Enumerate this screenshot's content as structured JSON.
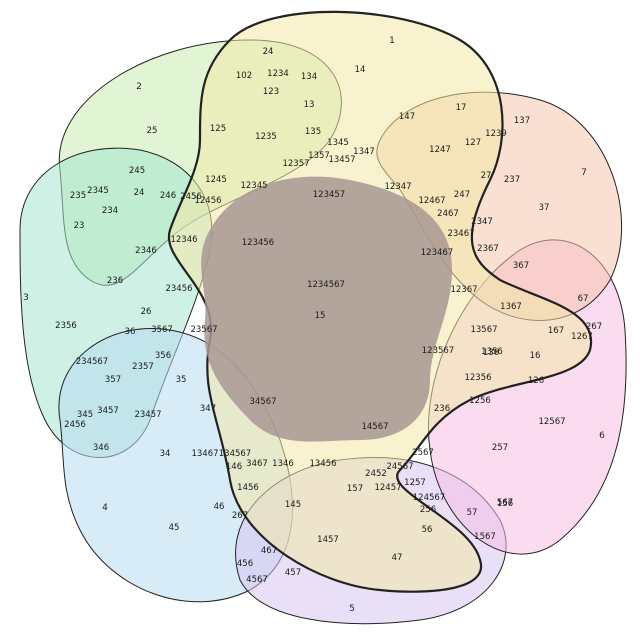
{
  "sets": [
    {
      "label": "1",
      "color": "#f2e8a8"
    },
    {
      "label": "2",
      "color": "#c9ecb0"
    },
    {
      "label": "3",
      "color": "#a6e3cf"
    },
    {
      "label": "4",
      "color": "#b8dcf2"
    },
    {
      "label": "5",
      "color": "#d7c7f2"
    },
    {
      "label": "6",
      "color": "#f6bde3"
    },
    {
      "label": "7",
      "color": "#f6c4ae"
    }
  ],
  "center_color": "#a89893",
  "regions": [
    "1",
    "2",
    "3",
    "4",
    "5",
    "6",
    "7",
    "14",
    "102",
    "24",
    "1234",
    "134",
    "123",
    "13",
    "25",
    "125",
    "1235",
    "135",
    "1345",
    "1347",
    "12357",
    "1357",
    "13457",
    "147",
    "17",
    "1247",
    "127",
    "1239",
    "137",
    "237",
    "27",
    "247",
    "37",
    "2347",
    "12347",
    "12467",
    "2467",
    "23467",
    "2367",
    "367",
    "67",
    "123457",
    "12345",
    "1245",
    "245",
    "2345",
    "235",
    "234",
    "24",
    "23",
    "246",
    "12456",
    "2456",
    "12346",
    "2346",
    "236",
    "123456",
    "23456",
    "1234567",
    "123467",
    "12367",
    "1367",
    "13567",
    "167",
    "267",
    "1267",
    "136",
    "16",
    "1356",
    "123567",
    "12356",
    "1256",
    "126",
    "236",
    "12567",
    "26",
    "2356",
    "36",
    "3567",
    "23567",
    "234567",
    "356",
    "2357",
    "357",
    "35",
    "23457",
    "3457",
    "345",
    "2456",
    "346",
    "34",
    "347",
    "34567",
    "134567",
    "13467",
    "3467",
    "1346",
    "13456",
    "14567",
    "124567",
    "2567",
    "24567",
    "2452",
    "12457",
    "1257",
    "257",
    "256",
    "57",
    "567",
    "1567",
    "156",
    "56",
    "157",
    "1457",
    "145",
    "1456",
    "146",
    "267",
    "46",
    "467",
    "456",
    "4567",
    "457",
    "45",
    "47",
    "15"
  ]
}
